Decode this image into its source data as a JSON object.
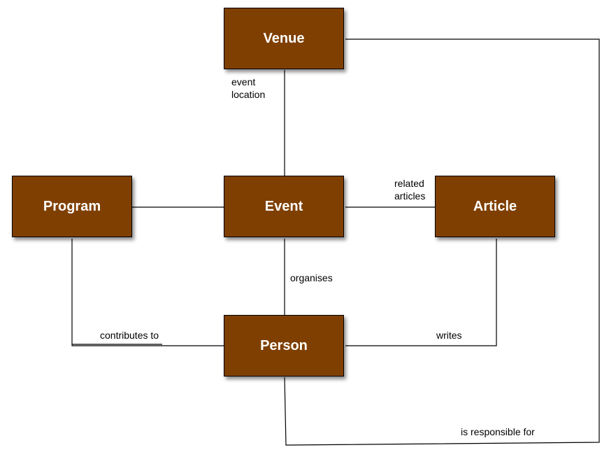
{
  "colors": {
    "entity_fill": "#7f3f00",
    "entity_text": "#ffffff",
    "line": "#000000"
  },
  "entities": {
    "venue": "Venue",
    "event": "Event",
    "program": "Program",
    "article": "Article",
    "person": "Person"
  },
  "relations": {
    "event_location": "event\nlocation",
    "related_articles": "related\narticles",
    "organises": "organises",
    "contributes_to": "contributes to",
    "writes": "writes",
    "is_responsible_for": "is responsible for"
  }
}
